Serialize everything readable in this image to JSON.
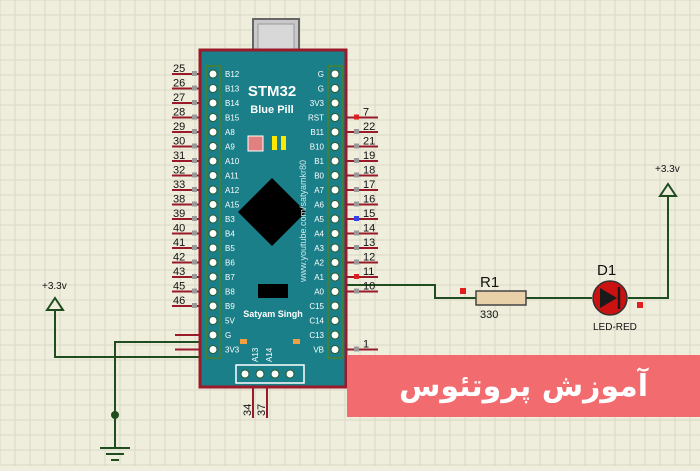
{
  "board": {
    "title": "STM32",
    "subtitle": "Blue Pill",
    "author": "Satyam Singh",
    "url": "www.youtube.com/satyamkr80",
    "colors": {
      "board": "#1a7f88",
      "border": "#9b1a2a",
      "header": "#3f7f3f",
      "chip": "#000000",
      "usb": "#c9c9c9"
    }
  },
  "left_pins": [
    {
      "num": "25",
      "label": "B12"
    },
    {
      "num": "26",
      "label": "B13"
    },
    {
      "num": "27",
      "label": "B14"
    },
    {
      "num": "28",
      "label": "B15"
    },
    {
      "num": "29",
      "label": "A8"
    },
    {
      "num": "30",
      "label": "A9"
    },
    {
      "num": "31",
      "label": "A10"
    },
    {
      "num": "32",
      "label": "A11"
    },
    {
      "num": "33",
      "label": "A12"
    },
    {
      "num": "38",
      "label": "A15"
    },
    {
      "num": "39",
      "label": "B3"
    },
    {
      "num": "40",
      "label": "B4"
    },
    {
      "num": "41",
      "label": "B5"
    },
    {
      "num": "42",
      "label": "B6"
    },
    {
      "num": "43",
      "label": "B7"
    },
    {
      "num": "45",
      "label": "B8"
    },
    {
      "num": "46",
      "label": "B9"
    },
    {
      "num": "",
      "label": "5V"
    },
    {
      "num": "",
      "label": "G"
    },
    {
      "num": "",
      "label": "3V3"
    }
  ],
  "right_pins": [
    {
      "num": "",
      "label": "G"
    },
    {
      "num": "",
      "label": "G"
    },
    {
      "num": "",
      "label": "3V3"
    },
    {
      "num": "7",
      "label": "RST"
    },
    {
      "num": "22",
      "label": "B11"
    },
    {
      "num": "21",
      "label": "B10"
    },
    {
      "num": "19",
      "label": "B1"
    },
    {
      "num": "18",
      "label": "B0"
    },
    {
      "num": "17",
      "label": "A7"
    },
    {
      "num": "16",
      "label": "A6"
    },
    {
      "num": "15",
      "label": "A5"
    },
    {
      "num": "14",
      "label": "A4"
    },
    {
      "num": "13",
      "label": "A3"
    },
    {
      "num": "12",
      "label": "A2"
    },
    {
      "num": "11",
      "label": "A1"
    },
    {
      "num": "10",
      "label": "A0"
    },
    {
      "num": "",
      "label": "C15"
    },
    {
      "num": "",
      "label": "C14"
    },
    {
      "num": "",
      "label": "C13"
    },
    {
      "num": "1",
      "label": "VB"
    }
  ],
  "bottom_pins": [
    {
      "num": "34",
      "label": "A13"
    },
    {
      "num": "37",
      "label": "A14"
    }
  ],
  "components": {
    "resistor": {
      "ref": "R1",
      "value": "330"
    },
    "led": {
      "ref": "D1",
      "value": "LED-RED"
    },
    "power_left": {
      "label": "+3.3v"
    },
    "power_right": {
      "label": "+3.3v"
    }
  },
  "banner": {
    "text": "آموزش پروتئوس"
  },
  "colors": {
    "background": "#efeedd",
    "grid": "#d9d8c6",
    "wire": "#1f4d1f",
    "banner": "#f26b6f",
    "led": "#cc1111"
  }
}
